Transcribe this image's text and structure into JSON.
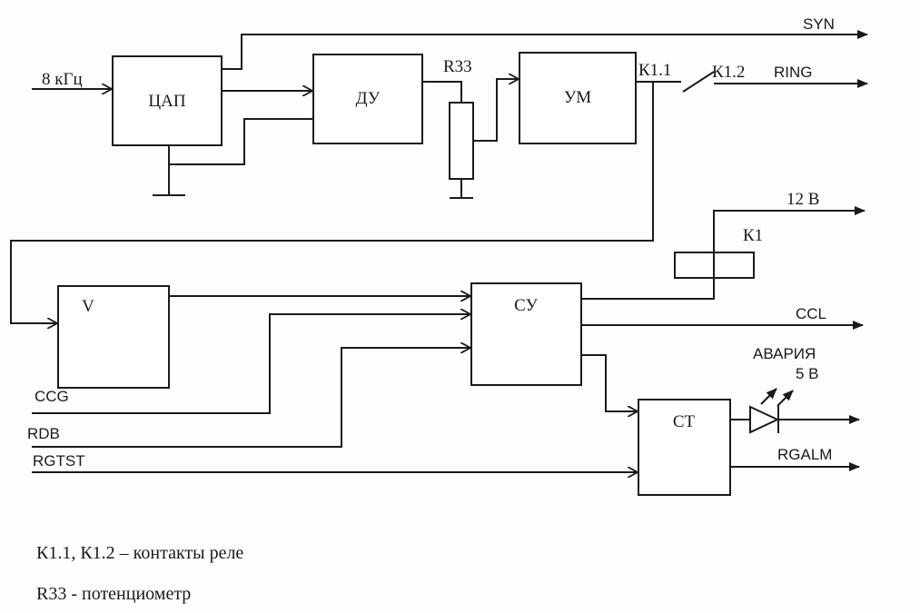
{
  "blocks": {
    "dac": "ЦАП",
    "du": "ДУ",
    "um": "УМ",
    "v": "V",
    "su": "СУ",
    "ct": "СТ",
    "relay": "К1"
  },
  "signals": {
    "clock": "8 кГц",
    "syn": "SYN",
    "ring": "RING",
    "r33": "R33",
    "k11": "К1.1",
    "k12": "К1.2",
    "v12": "12 В",
    "ccl": "CCL",
    "alarm": "АВАРИЯ",
    "v5": "5 В",
    "rgalm": "RGALM",
    "ccg": "CCG",
    "rdb": "RDB",
    "rgtst": "RGTST"
  },
  "legend": {
    "line1": "К1.1, К1.2 – контакты реле",
    "line2": "R33 - потенциометр"
  }
}
